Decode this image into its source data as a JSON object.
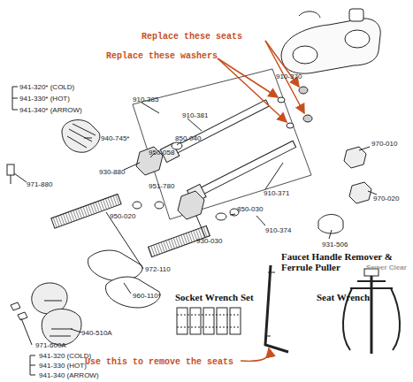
{
  "diagram": {
    "labels": [
      "Replace these seats",
      "Replace these washers",
      "941-320* (COLD)",
      "941-330* (HOT)",
      "941-340* (ARROW)",
      "940-745*",
      "971-880",
      "910-385",
      "910-381",
      "850-040",
      "950-058",
      "930-880",
      "910-370",
      "910-371",
      "951-780",
      "950-020",
      "850-030",
      "930-030",
      "910-374",
      "970-010",
      "970-020",
      "931-506",
      "972-110",
      "960-110*",
      "940-510A",
      "971-600A",
      "941-320 (COLD)",
      "941-330 (HOT)",
      "941-340 (ARROW)",
      "Socket Wrench Set",
      "Seat Wrench",
      "Faucet Handle Remover & Ferrule Puller",
      "Use this to remove the seats",
      "Sewer Clear"
    ]
  }
}
